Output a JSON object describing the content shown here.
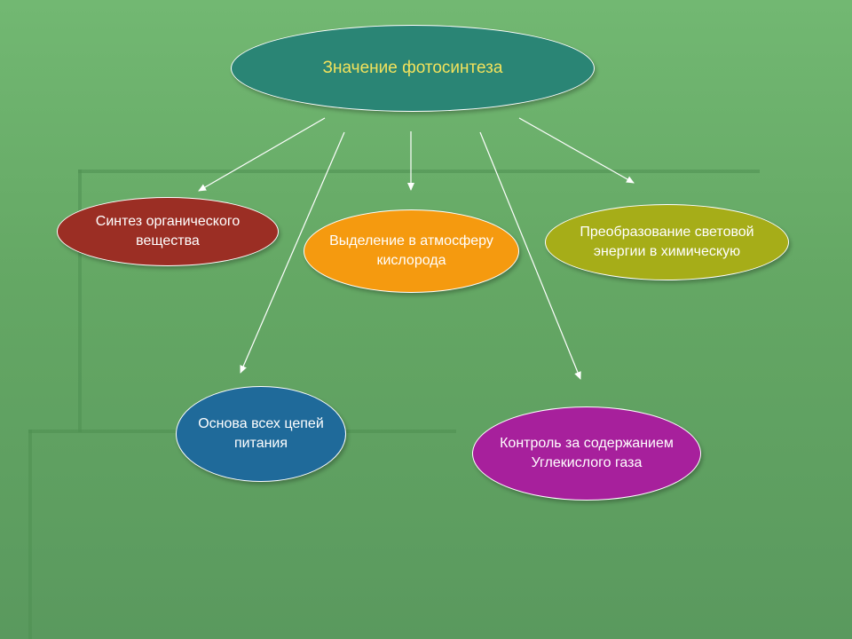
{
  "diagram": {
    "root": {
      "label": "Значение фотосинтеза",
      "fill": "#2a8575",
      "text_color": "#f2e25c"
    },
    "nodes": [
      {
        "id": "synthesis",
        "label": "Синтез органического\nвещества",
        "fill": "#9b2e24",
        "text_color": "#ffffff"
      },
      {
        "id": "oxygen",
        "label": "Выделение в атмосферу\nкислорода",
        "fill": "#f59a0f",
        "text_color": "#ffffff"
      },
      {
        "id": "energy",
        "label": "Преобразование световой\nэнергии в химическую",
        "fill": "#a6ad18",
        "text_color": "#ffffff"
      },
      {
        "id": "food-chains",
        "label": "Основа всех цепей\nпитания",
        "fill": "#1f6a9a",
        "text_color": "#ffffff"
      },
      {
        "id": "co2",
        "label": "Контроль за содержанием\nУглекислого газа",
        "fill": "#a7209c",
        "text_color": "#ffffff"
      }
    ],
    "edges": [
      {
        "from": "root",
        "to": "synthesis"
      },
      {
        "from": "root",
        "to": "oxygen"
      },
      {
        "from": "root",
        "to": "energy"
      },
      {
        "from": "root",
        "to": "food-chains"
      },
      {
        "from": "root",
        "to": "co2"
      }
    ],
    "arrow_color": "#ffffff",
    "background": "#68ad68"
  }
}
